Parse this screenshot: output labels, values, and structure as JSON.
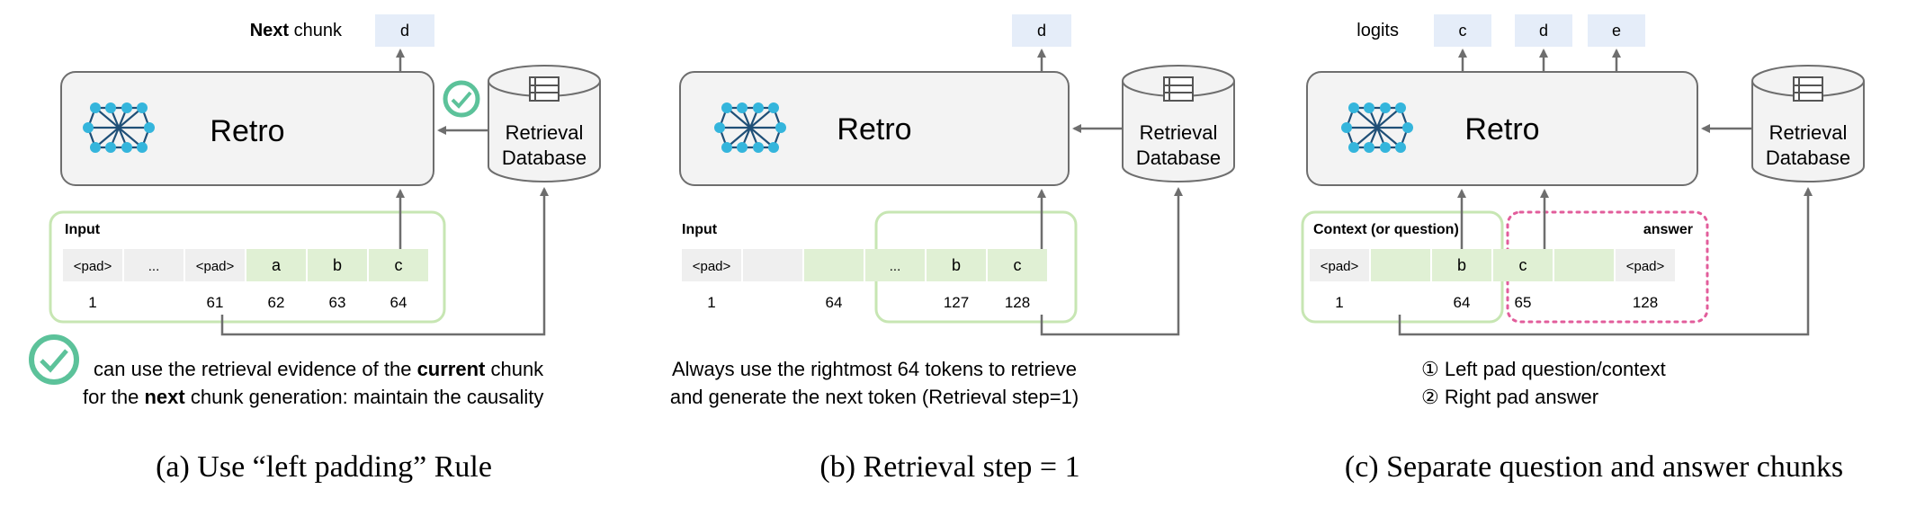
{
  "colors": {
    "box_fill": "#f3f3f3",
    "box_stroke": "#6e6e6e",
    "token_gray": "#efefef",
    "token_green": "#e0f0d4",
    "token_blue": "#e5edf9",
    "group_green": "#c7e6b3",
    "answer_pink": "#e25d9b",
    "check_green": "#5cc29a",
    "net_blue": "#34b5dc",
    "net_dark": "#1f4f77"
  },
  "panel_a": {
    "next_bold": "Next",
    "next_rest": " chunk",
    "output_token": "d",
    "model_label": "Retro",
    "db_line1": "Retrieval",
    "db_line2": "Database",
    "input_label": "Input",
    "tokens": [
      "<pad>",
      "...",
      "<pad>",
      "a",
      "b",
      "c"
    ],
    "indices": [
      "1",
      "",
      "61",
      "62",
      "63",
      "64"
    ],
    "note_l1_a": "can use the retrieval evidence of the ",
    "note_l1_b": "current",
    "note_l1_c": " chunk",
    "note_l2_a": "for the ",
    "note_l2_b": "next",
    "note_l2_c": " chunk generation: maintain the causality",
    "caption": "(a) Use “left padding” Rule",
    "check_icon": "check-circle-icon"
  },
  "panel_b": {
    "output_token": "d",
    "model_label": "Retro",
    "db_line1": "Retrieval",
    "db_line2": "Database",
    "input_label": "Input",
    "tokens": [
      "<pad>",
      "",
      "",
      "...",
      "b",
      "c"
    ],
    "indices": [
      "1",
      "",
      "64",
      "",
      "127",
      "128"
    ],
    "note_l1": "Always use the rightmost 64 tokens to retrieve",
    "note_l2": "and generate the next token (Retrieval step=1)",
    "caption": "(b) Retrieval step = 1"
  },
  "panel_c": {
    "logits_label": "logits",
    "output_tokens": [
      "c",
      "d",
      "e"
    ],
    "model_label": "Retro",
    "db_line1": "Retrieval",
    "db_line2": "Database",
    "context_label": "Context (or question)",
    "answer_label": "answer",
    "tokens": [
      "<pad>",
      "",
      "b",
      "c",
      "",
      "<pad>"
    ],
    "indices": [
      "1",
      "",
      "64",
      "65",
      "",
      "128"
    ],
    "note_l1": "① Left pad question/context",
    "note_l2": "② Right pad answer",
    "caption": "(c) Separate question and answer chunks"
  }
}
